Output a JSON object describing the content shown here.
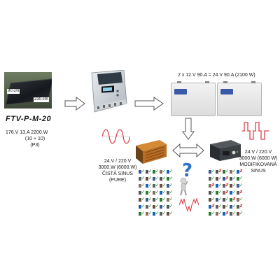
{
  "panel": {
    "dim_height": "90.cm",
    "dim_width": "230.cm"
  },
  "product_title": "FTV-P-M-20",
  "panel_specs": {
    "line1": "176.V    13.A    2200.W",
    "line2": "(10 + 10)",
    "line3": "(P3)"
  },
  "battery_label": "2 x 12.V  90.A = 24.V 90.A (2100 W)",
  "inverter_pure": {
    "line1": "24.V / 220.V",
    "line2": "3000.W  (6000.W)",
    "line3": "ČISTÁ SINUS",
    "line4": "(PURE)"
  },
  "inverter_mod": {
    "line1": "24.V / 220.V",
    "line2": "3000.W (6000 W)",
    "line3": "MODIFIKOVANÁ",
    "line4": "SINUS"
  },
  "colors": {
    "pure_wave": "#e0404a",
    "mod_wave": "#e0404a",
    "question": "#2a72c8",
    "arrow_outline": "#555555",
    "check": "#2a9a36",
    "cross": "#d11d1d"
  },
  "grid_pure": [
    "ok",
    "ok",
    "ok",
    "ok",
    "ok",
    "ok",
    "ok",
    "ok",
    "ok",
    "ok",
    "ok",
    "ok",
    "ok",
    "ok",
    "ok",
    "ok",
    "ok",
    "ok",
    "ok",
    "ok",
    "ok",
    "ok",
    "ok",
    "ok",
    "ok",
    "ok",
    "ok",
    "ok",
    "ok",
    "ok",
    "ok",
    "ok",
    "ok",
    "ok",
    "ok"
  ],
  "grid_mod": [
    "ok",
    "no",
    "ok",
    "ok",
    "no",
    "ok",
    "ok",
    "no",
    "ok",
    "ok",
    "no",
    "ok",
    "no",
    "ok",
    "ok",
    "ok",
    "ok",
    "no",
    "ok",
    "no",
    "ok",
    "ok",
    "ok",
    "no",
    "ok",
    "no",
    "ok",
    "ok",
    "ok",
    "no",
    "ok",
    "ok",
    "no",
    "ok",
    "ok"
  ],
  "icons": {
    "solar_panel": "solar-panel-photo",
    "controller": "charge-controller",
    "battery": "battery",
    "inverter": "inverter",
    "question_person": "question-figure"
  }
}
